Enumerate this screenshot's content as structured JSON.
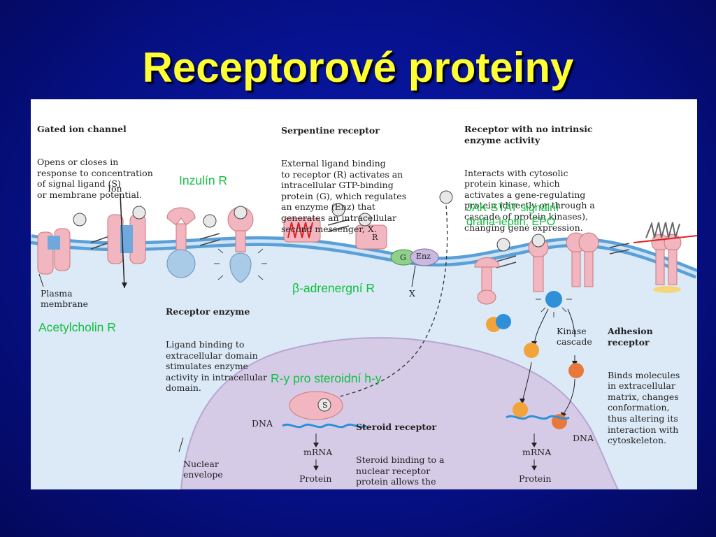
{
  "slide": {
    "title": "Receptorové proteiny"
  },
  "figure": {
    "gated": {
      "title": "Gated ion channel",
      "body": "Opens or closes in\nresponse to concentration\nof signal ligand (S)\nor membrane potential."
    },
    "serpentine": {
      "title": "Serpentine receptor",
      "body": "External ligand binding\nto receptor (R) activates an\nintracellular GTP-binding\nprotein (G), which regulates\nan enzyme (Enz) that\ngenerates an intracellular\nsecond messenger, X."
    },
    "nointrinsic": {
      "title": "Receptor with no intrinsic\nenzyme activity",
      "body": "Interacts with cytosolic\nprotein kinase, which\nactivates a gene-regulating\nprotein (directly or through a\ncascade of protein kinases),\nchanging gene expression."
    },
    "enzyme": {
      "title": "Receptor enzyme",
      "body": "Ligand binding to\nextracellular domain\nstimulates enzyme\nactivity in intracellular\ndomain."
    },
    "adhesion": {
      "title": "Adhesion\nreceptor",
      "body": "Binds molecules\nin extracellular\nmatrix, changes\nconformation,\nthus altering its\ninteraction with\ncytoskeleton."
    },
    "steroid": {
      "title": "Steroid receptor",
      "body": "Steroid binding to a\nnuclear receptor\nprotein allows the\nreceptor to regulate\nthe expression of\nspecific genes."
    },
    "labels": {
      "ion": "Ion",
      "plasma": "Plasma\nmembrane",
      "nuclear": "Nuclear\nenvelope",
      "dna_left": "DNA",
      "dna_right": "DNA",
      "mrna_left": "mRNA",
      "mrna_right": "mRNA",
      "protein_left": "Protein",
      "protein_right": "Protein",
      "kinase": "Kinase\ncascade",
      "x": "X",
      "s": "S",
      "r": "R",
      "g": "G",
      "enz": "Enz"
    }
  },
  "annotations": {
    "inzulin": "Inzulín R",
    "acetylcholin": "Acetylcholin R",
    "beta_symbol": "β",
    "beta_rest": "-adrenergní R",
    "steroid_r": "R-y pro steroidní h-y",
    "jakstat": "JAK-STAT signální\ndráha-leptin, EPO"
  },
  "colors": {
    "background": "#06118a",
    "title": "#ffff33",
    "annotation": "#10c040",
    "membrane": "#5aa0d8",
    "cytosol": "#dce9f6",
    "nucleus": "#d6cbe6",
    "receptor": "#f2b6c0"
  }
}
